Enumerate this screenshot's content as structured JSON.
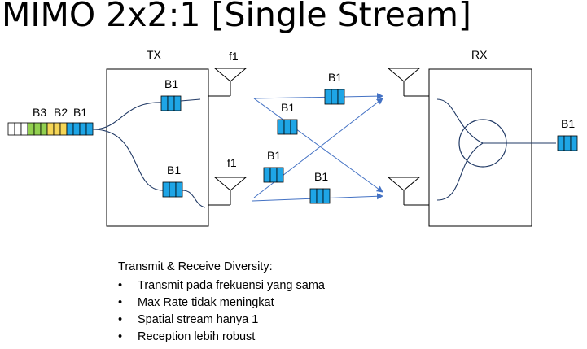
{
  "title": "MIMO 2x2:1 [Single Stream]",
  "tx_label": "TX",
  "rx_label": "RX",
  "antennas": {
    "tx_top_freq": "f1",
    "tx_bottom_freq": "f1"
  },
  "input_stream": {
    "labels": [
      "B3",
      "B2",
      "B1"
    ]
  },
  "packets": {
    "tx_top": "B1",
    "tx_bottom": "B1",
    "air_top_straight": "B1",
    "air_top_cross": "B1",
    "air_bottom_cross": "B1",
    "air_bottom_straight": "B1",
    "rx_output": "B1"
  },
  "colors": {
    "packet_blue": "#1ea5e6",
    "b2_yellow": "#f5d657",
    "b3_green": "#92d050",
    "arrow_blue": "#4472c4",
    "line_dark": "#1f3864"
  },
  "notes": {
    "heading": "Transmit & Receive Diversity:",
    "bullet_symbol": "•",
    "items": [
      "Transmit pada frekuensi yang sama",
      "Max Rate tidak meningkat",
      "Spatial stream hanya 1",
      "Reception lebih robust"
    ]
  }
}
